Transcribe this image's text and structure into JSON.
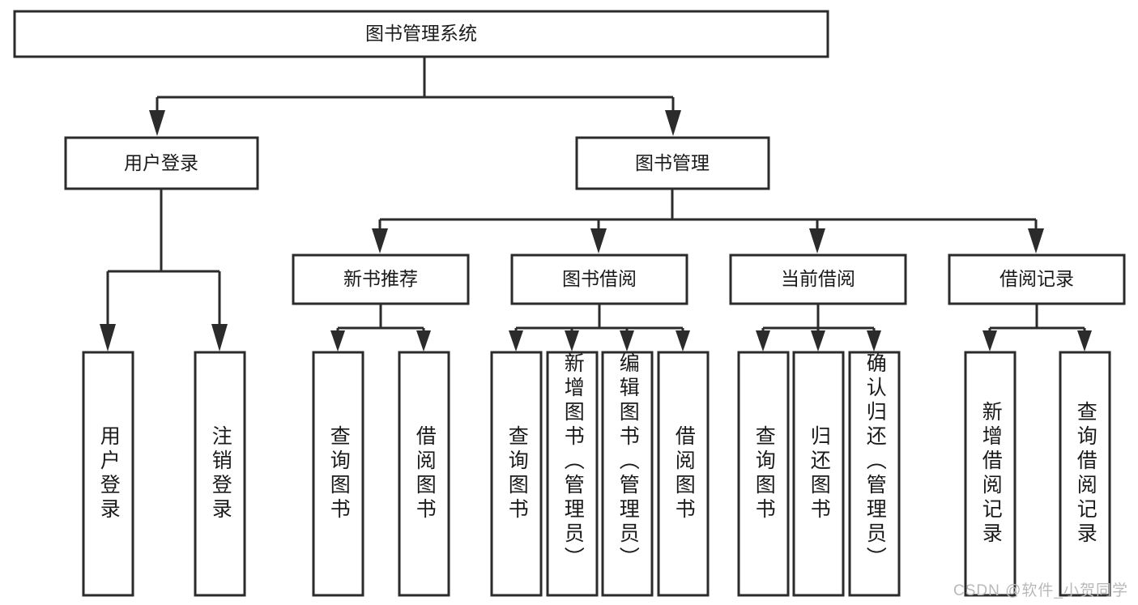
{
  "diagram": {
    "type": "tree-hierarchy",
    "title": "图书管理系统",
    "root": {
      "label": "图书管理系统",
      "orientation": "horizontal"
    },
    "level1": [
      {
        "label": "用户登录",
        "orientation": "horizontal"
      },
      {
        "label": "图书管理",
        "orientation": "horizontal"
      }
    ],
    "level2": [
      {
        "label": "新书推荐",
        "orientation": "horizontal",
        "parent": "图书管理"
      },
      {
        "label": "图书借阅",
        "orientation": "horizontal",
        "parent": "图书管理"
      },
      {
        "label": "当前借阅",
        "orientation": "horizontal",
        "parent": "图书管理"
      },
      {
        "label": "借阅记录",
        "orientation": "horizontal",
        "parent": "图书管理"
      }
    ],
    "leaves": [
      {
        "label": "用户登录",
        "parent": "用户登录",
        "orientation": "vertical"
      },
      {
        "label": "注销登录",
        "parent": "用户登录",
        "orientation": "vertical"
      },
      {
        "label": "查询图书",
        "parent": "新书推荐",
        "orientation": "vertical"
      },
      {
        "label": "借阅图书",
        "parent": "新书推荐",
        "orientation": "vertical"
      },
      {
        "label": "查询图书",
        "parent": "图书借阅",
        "orientation": "vertical"
      },
      {
        "label": "新增图书（管理员）",
        "parent": "图书借阅",
        "orientation": "vertical"
      },
      {
        "label": "编辑图书（管理员）",
        "parent": "图书借阅",
        "orientation": "vertical"
      },
      {
        "label": "借阅图书",
        "parent": "图书借阅",
        "orientation": "vertical"
      },
      {
        "label": "查询图书",
        "parent": "当前借阅",
        "orientation": "vertical"
      },
      {
        "label": "归还图书",
        "parent": "当前借阅",
        "orientation": "vertical"
      },
      {
        "label": "确认归还（管理员）",
        "parent": "当前借阅",
        "orientation": "vertical"
      },
      {
        "label": "新增借阅记录",
        "parent": "借阅记录",
        "orientation": "vertical"
      },
      {
        "label": "查询借阅记录",
        "parent": "借阅记录",
        "orientation": "vertical"
      }
    ],
    "colors": {
      "box_fill": "#ffffff",
      "box_stroke": "#2b2b2b",
      "text": "#1a1a1a",
      "background": "#ffffff",
      "watermark": "#b9b9b9"
    }
  },
  "watermark": {
    "text": "CSDN @软件_小贺同学"
  }
}
